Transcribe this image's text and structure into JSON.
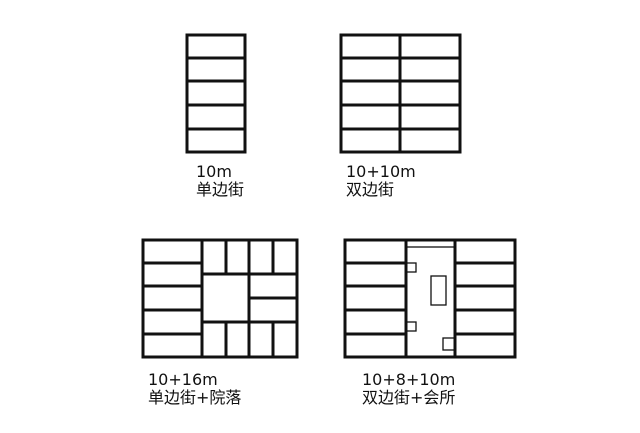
{
  "colors": {
    "line": "#111111",
    "background": "#ffffff"
  },
  "schemes": [
    {
      "id": "single-street",
      "width_label": "10m",
      "type_label": "单边街"
    },
    {
      "id": "double-street",
      "width_label": "10+10m",
      "type_label": "双边街"
    },
    {
      "id": "single-street-courtyard",
      "width_label": "10+16m",
      "type_label": "单边街+院落"
    },
    {
      "id": "double-street-clubhouse",
      "width_label": "10+8+10m",
      "type_label": "双边街+会所"
    }
  ]
}
